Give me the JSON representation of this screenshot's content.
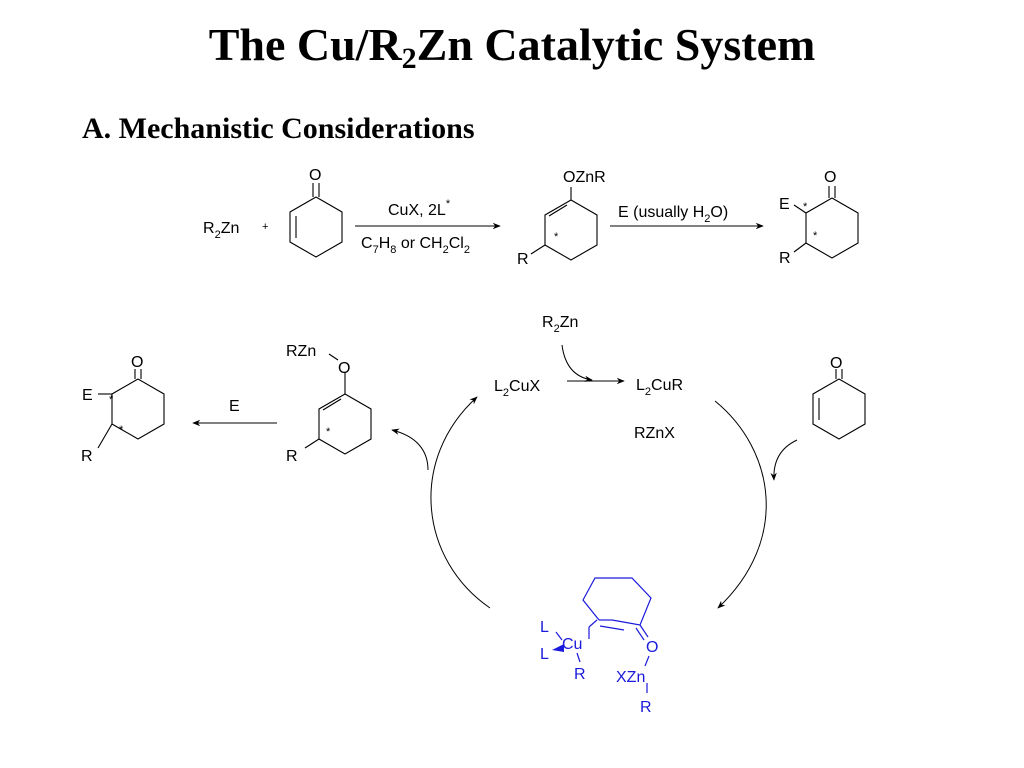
{
  "title": {
    "pre": "The Cu/R",
    "sub": "2",
    "post": "Zn Catalytic System"
  },
  "section": "A. Mechanistic Considerations",
  "top_scheme": {
    "reagent": {
      "pre": "R",
      "sub": "2",
      "post": "Zn"
    },
    "plus": "+",
    "enone_oxygen": "O",
    "arrow1_above": {
      "text": "CuX, 2L",
      "sup": "*"
    },
    "arrow1_below": {
      "c": "C",
      "c_sub": "7",
      "h": "H",
      "h_sub": "8",
      "or": " or CH",
      "ch_sub": "2",
      "cl": "Cl",
      "cl_sub": "2"
    },
    "enolate_label": "OZnR",
    "enolate_star": "*",
    "enolate_r": "R",
    "arrow2_above": {
      "pre": "E (usually H",
      "sub": "2",
      "post": "O)"
    },
    "product_oxygen": "O",
    "product_e": "E",
    "product_star1": "*",
    "product_star2": "*",
    "product_r": "R"
  },
  "cycle": {
    "r2zn": {
      "pre": "R",
      "sub": "2",
      "post": "Zn"
    },
    "l2cux": {
      "pre": "L",
      "sub": "2",
      "post": "CuX"
    },
    "l2cur": {
      "pre": "L",
      "sub": "2",
      "post": "CuR"
    },
    "rznx": "RZnX",
    "enone_oxygen": "O",
    "enolate_rzn": "RZn",
    "enolate_o": "O",
    "enolate_star": "*",
    "enolate_r": "R",
    "electrophile": "E",
    "product_oxygen": "O",
    "product_e": "E",
    "product_star1": "*",
    "product_star2": "*",
    "product_r": "R",
    "complex": {
      "l_top": "L",
      "l_bottom": "L",
      "cu": "Cu",
      "cu_r": "R",
      "oxygen": "O",
      "xzn": "XZn",
      "zn_r": "R",
      "color": "#1a1adc"
    }
  }
}
